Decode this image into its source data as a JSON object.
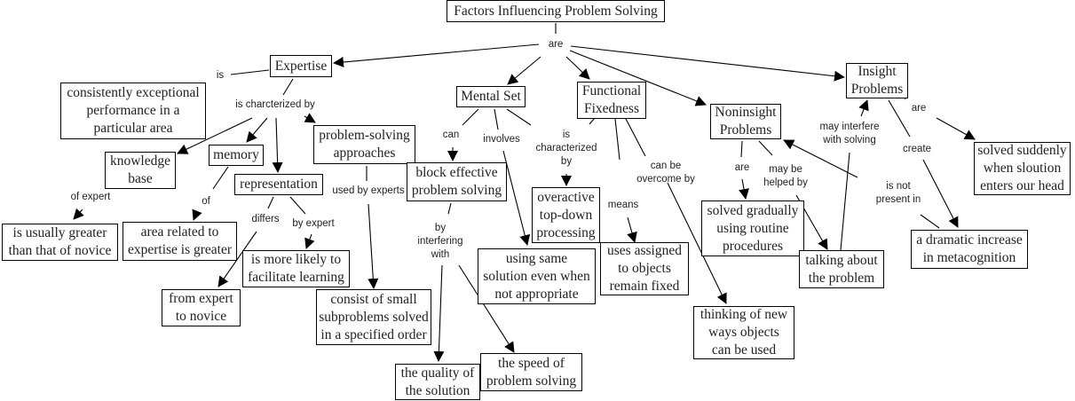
{
  "diagram": {
    "type": "concept-map",
    "title": "Factors Influencing Problem Solving",
    "nodes": {
      "root": "Factors Influencing Problem Solving",
      "expertise": "Expertise",
      "consistently": "consistently exceptional\nperformance in a\nparticular area",
      "knowledge": "knowledge\nbase",
      "memory": "memory",
      "representation": "representation",
      "approaches": "problem-solving\napproaches",
      "greater_novice": "is usually greater\nthan that of novice",
      "area_related": "area related to\nexpertise is greater",
      "facilitate": "is more likely to\nfacilitate learning",
      "from_expert": "from expert\nto novice",
      "consist": "consist of small\nsubproblems solved\nin a specified order",
      "mental_set": "Mental Set",
      "block": "block effective\nproblem solving",
      "using_same": "using same\nsolution even when\nnot appropriate",
      "quality": "the quality of\nthe solution",
      "speed": "the speed of\nproblem solving",
      "functional": "Functional\nFixedness",
      "overactive": "overactive\ntop-down\nprocessing",
      "uses_assigned": "uses assigned\nto objects\nremain fixed",
      "thinking": "thinking of new\nways objects\ncan be used",
      "noninsight": "Noninsight\nProblems",
      "solved_gradually": "solved gradually\nusing routine\nprocedures",
      "talking": "talking about\nthe problem",
      "insight": "Insight\nProblems",
      "solved_suddenly": "solved suddenly\nwhen sloution\nenters our head",
      "dramatic": "a dramatic increase\nin metacognition"
    },
    "links": {
      "are_root": "are",
      "is": "is",
      "is_charcterized_by": "is charcterized by",
      "of_expert": "of expert",
      "of": "of",
      "differs": "differs",
      "by_expert": "by expert",
      "used_by_experts": "used by experts",
      "can": "can",
      "involves": "involves",
      "by_interfering_with": "by\ninterfering\nwith",
      "is_characterized_by": "is\ncharacterized\nby",
      "means": "means",
      "can_be_overcome_by": "can be\novercome by",
      "are_noninsight": "are",
      "may_be_helped_by": "may be\nhelped by",
      "may_interfere": "may interfere\nwith solving",
      "is_not_present_in": "is not\npresent in",
      "are_insight": "are",
      "create": "create"
    }
  }
}
